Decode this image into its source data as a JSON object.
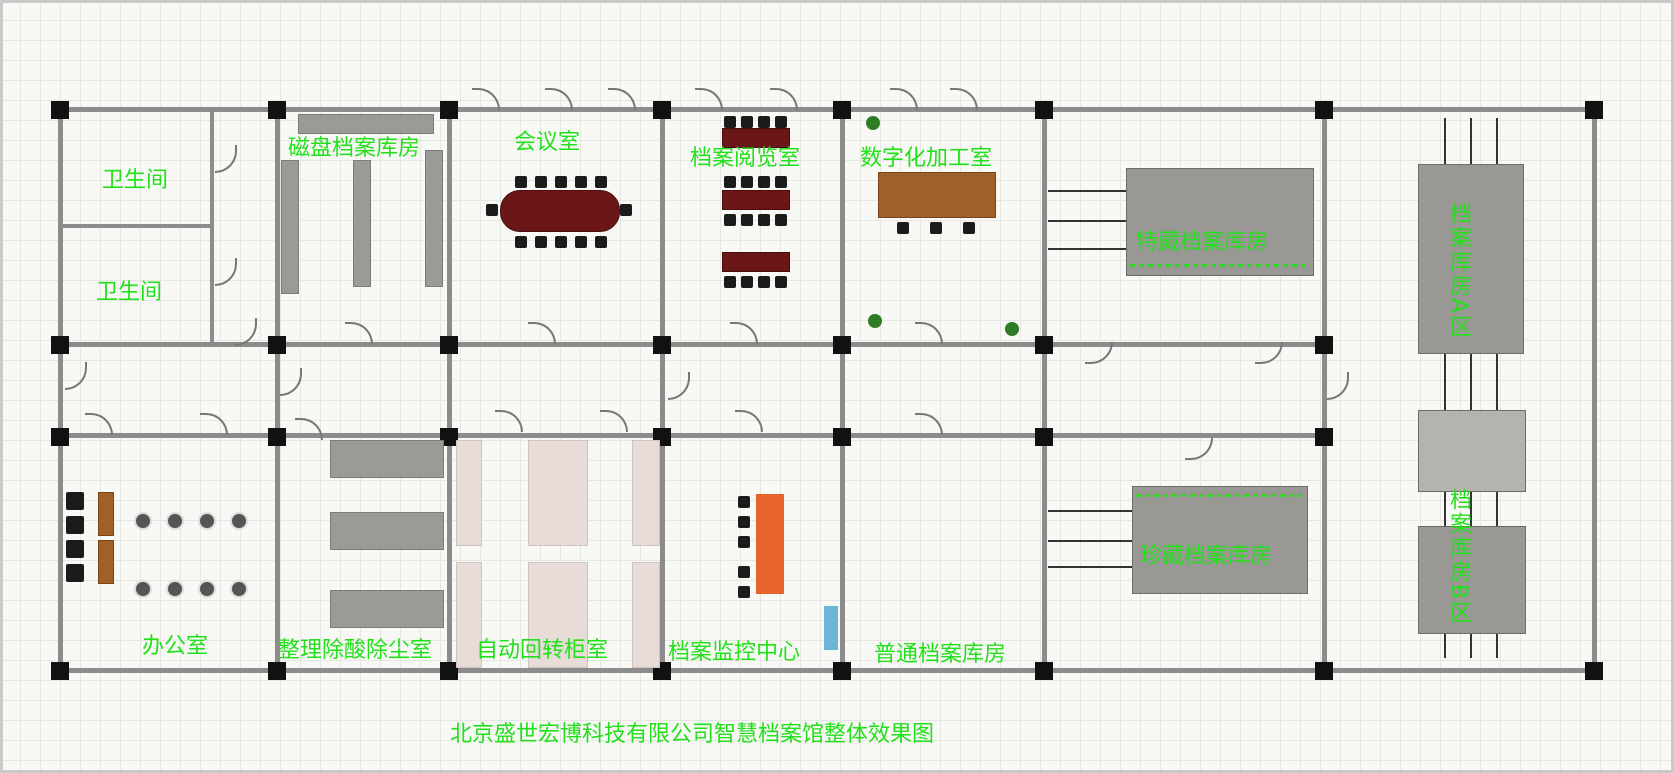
{
  "rooms": {
    "toilet_1": "卫生间",
    "toilet_2": "卫生间",
    "magnetic": "磁盘档案库房",
    "meeting": "会议室",
    "reading": "档案阅览室",
    "digital": "数字化加工室",
    "special": "特藏档案库房",
    "office": "办公室",
    "cleaning": "整理除酸除尘室",
    "rotary": "自动回转柜室",
    "monitor": "档案监控中心",
    "general": "普通档案库房",
    "precious": "珍藏档案库房",
    "zone_a": "档案库房A区",
    "zone_b": "档案库房B区"
  },
  "footer": {
    "caption": "北京盛世宏博科技有限公司智慧档案馆整体效果图"
  },
  "colors": {
    "label": "#22e01a",
    "wall": "#8c8c8c",
    "column": "#111111"
  }
}
